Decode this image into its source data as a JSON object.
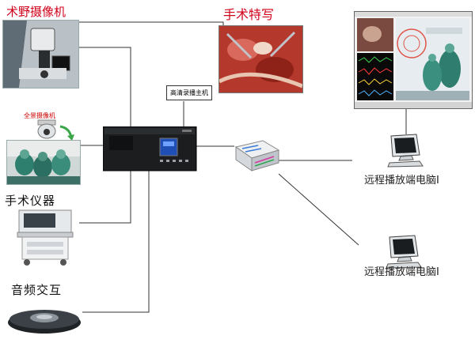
{
  "labels": {
    "surgical_camera": "术野摄像机",
    "panorama_camera": "全景摄像机",
    "surgery_closeup": "手术特写",
    "host": "高清录播主机",
    "surgical_instruments": "手术仪器",
    "audio_interaction": "音频交互",
    "remote_pc_1": "远程播放端电脑I",
    "remote_pc_2": "远程播放端电脑I"
  },
  "colors": {
    "title_red": "#d0021b",
    "wire": "#333333"
  }
}
